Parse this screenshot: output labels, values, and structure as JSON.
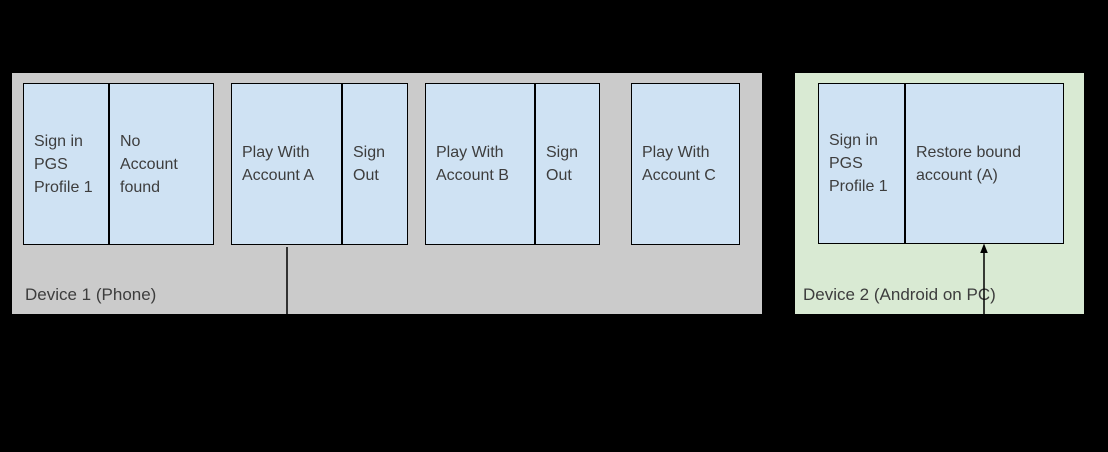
{
  "diagram": {
    "accent_colors": {
      "canvas_bg": "#000000",
      "device1_bg": "#cbcbcb",
      "device2_bg": "#d9ead3",
      "box_bg": "#cfe2f3",
      "border": "#000000",
      "text": "#3d3d3d"
    },
    "devices": [
      {
        "label": "Device 1 (Phone)",
        "groups": [
          {
            "cells": [
              "Sign in\nPGS\nProfile 1",
              "No\nAccount\nfound"
            ]
          },
          {
            "cells": [
              "Play With\nAccount A",
              "Sign\nOut"
            ]
          },
          {
            "cells": [
              "Play With\nAccount B",
              "Sign\nOut"
            ]
          },
          {
            "cells": [
              "Play With\nAccount C"
            ]
          }
        ]
      },
      {
        "label": "Device 2 (Android on PC)",
        "groups": [
          {
            "cells": [
              "Sign in\nPGS\nProfile 1",
              "Restore bound\naccount (A)"
            ]
          }
        ]
      }
    ]
  }
}
